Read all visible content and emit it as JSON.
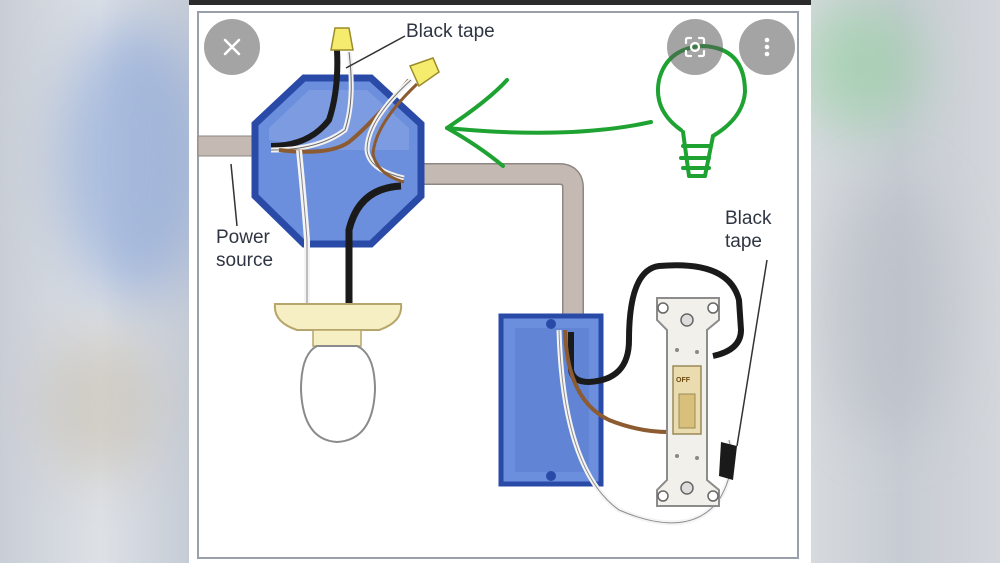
{
  "toolbar": {
    "close_icon": "close-icon",
    "lens_icon": "lens-icon",
    "more_icon": "more-vert-icon"
  },
  "diagram": {
    "label_black_tape_top": "Black tape",
    "label_power_source": "Power\nsource",
    "label_black_tape_right": "Black\ntape",
    "switch_text": "OFF"
  },
  "colors": {
    "box_blue": "#6b8fdc",
    "box_border": "#2a4aa7",
    "conduit": "#c4b9b3",
    "annotation_green": "#1ea332",
    "overlay_button": "#5a5a5a"
  }
}
